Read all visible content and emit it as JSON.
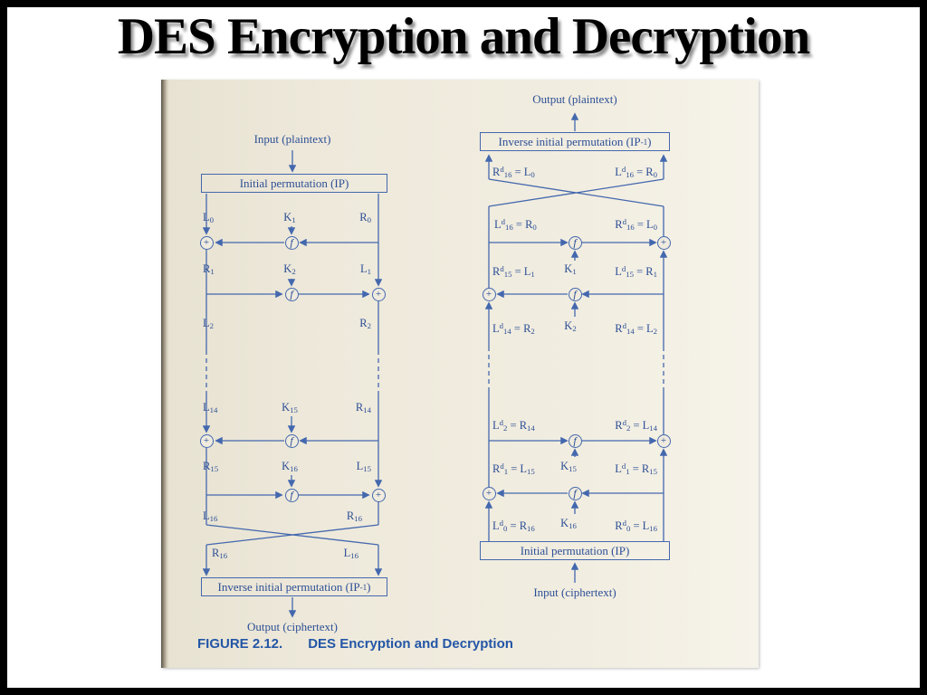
{
  "title": "DES Encryption and Decryption",
  "nodes": {
    "xor": "+",
    "f": "f"
  },
  "caption": {
    "label": "FIGURE 2.12.",
    "text": "DES Encryption and Decryption"
  },
  "enc": {
    "input": "Input (plaintext)",
    "output": "Output (ciphertext)",
    "box_ip": "Initial permutation (IP)",
    "box_iip": "Inverse initial permutation (IP^{-1})",
    "labels": {
      "l0": "L_{0}",
      "k1": "K_{1}",
      "r0": "R_{0}",
      "r1": "R_{1}",
      "k2": "K_{2}",
      "l1": "L_{1}",
      "l2": "L_{2}",
      "r2": "R_{2}",
      "l14": "L_{14}",
      "k15": "K_{15}",
      "r14": "R_{14}",
      "r15": "R_{15}",
      "k16": "K_{16}",
      "l15": "L_{15}",
      "l16": "L_{16}",
      "r16": "R_{16}",
      "r16_swapped": "R_{16}",
      "l16_swapped": "L_{16}"
    }
  },
  "dec": {
    "output": "Output (plaintext)",
    "input": "Input (ciphertext)",
    "box_iip": "Inverse initial permutation (IP^{-1})",
    "box_ip": "Initial permutation (IP)",
    "labels": {
      "row1_left": "R^{d}_{16} = L_{0}",
      "row1_right": "L^{d}_{16} = R_{0}",
      "row2_left": "L^{d}_{16} = R_{0}",
      "row2_right": "R^{d}_{16} = L_{0}",
      "row3_left": "R^{d}_{15} = L_{1}",
      "row3_k": "K_{1}",
      "row3_right": "L^{d}_{15} = R_{1}",
      "row4_left": "L^{d}_{14} = R_{2}",
      "row4_k": "K_{2}",
      "row4_right": "R^{d}_{14} = L_{2}",
      "row5_left": "L^{d}_{2} = R_{14}",
      "row5_right": "R^{d}_{2} = L_{14}",
      "row6_left": "R^{d}_{1} = L_{15}",
      "row6_k": "K_{15}",
      "row6_right": "L^{d}_{1} = R_{15}",
      "row7_left": "L^{d}_{0} = R_{16}",
      "row7_k": "K_{16}",
      "row7_right": "R^{d}_{0} = L_{16}"
    }
  }
}
